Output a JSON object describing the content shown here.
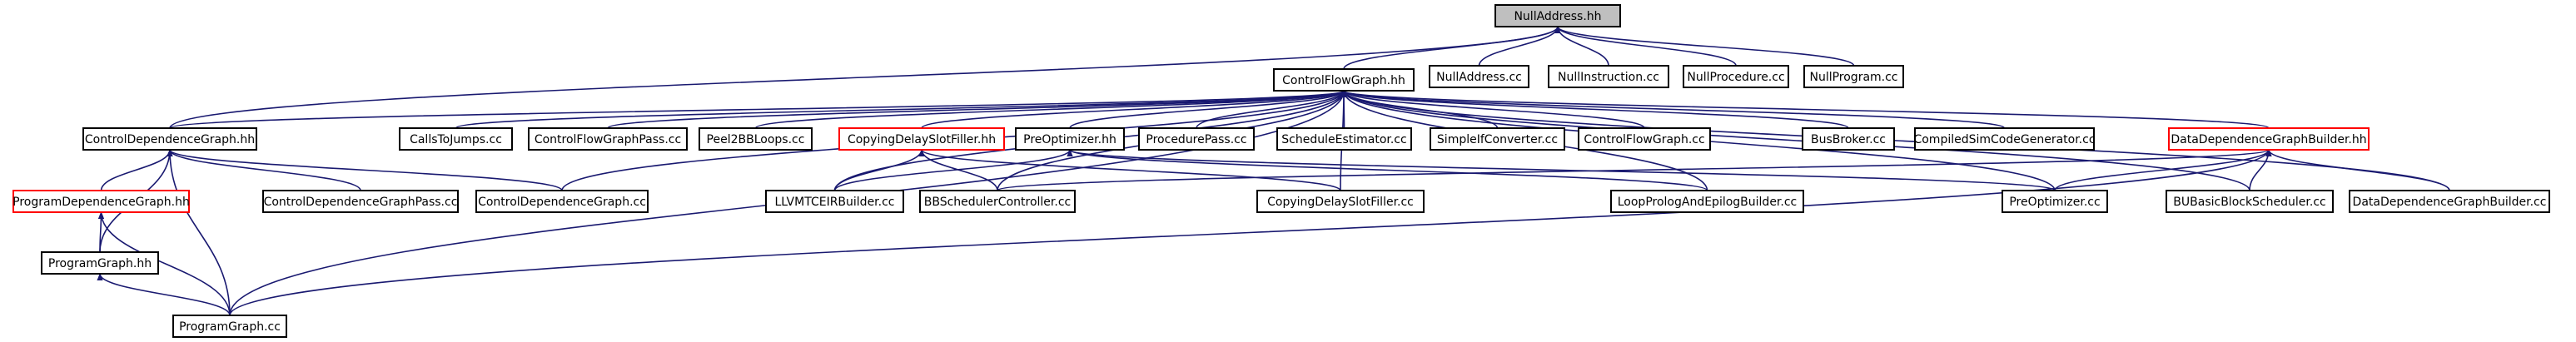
{
  "colors": {
    "edge": "#191970",
    "node_border": "#000000",
    "node_fill": "#ffffff",
    "highlight_fill": "#bfbfbf",
    "incomplete_border": "#ff0000"
  },
  "nodes": [
    {
      "id": "nulladdress_hh",
      "label": "NullAddress.hh",
      "style": "highlight"
    },
    {
      "id": "controlflowgraph_hh",
      "label": "ControlFlowGraph.hh",
      "style": "normal"
    },
    {
      "id": "nulladdress_cc",
      "label": "NullAddress.cc",
      "style": "normal"
    },
    {
      "id": "nullinstruction_cc",
      "label": "NullInstruction.cc",
      "style": "normal"
    },
    {
      "id": "nullprocedure_cc",
      "label": "NullProcedure.cc",
      "style": "normal"
    },
    {
      "id": "nullprogram_cc",
      "label": "NullProgram.cc",
      "style": "normal"
    },
    {
      "id": "controldependencegraph_hh",
      "label": "ControlDependenceGraph.hh",
      "style": "normal"
    },
    {
      "id": "callstojumps_cc",
      "label": "CallsToJumps.cc",
      "style": "normal"
    },
    {
      "id": "controlflowgraphpass_cc",
      "label": "ControlFlowGraphPass.cc",
      "style": "normal"
    },
    {
      "id": "peel2bbloops_cc",
      "label": "Peel2BBLoops.cc",
      "style": "normal"
    },
    {
      "id": "copyingdelayslotfiller_hh",
      "label": "CopyingDelaySlotFiller.hh",
      "style": "incomplete"
    },
    {
      "id": "preoptimizer_hh",
      "label": "PreOptimizer.hh",
      "style": "normal"
    },
    {
      "id": "procedurepass_cc",
      "label": "ProcedurePass.cc",
      "style": "normal"
    },
    {
      "id": "scheduleestimator_cc",
      "label": "ScheduleEstimator.cc",
      "style": "normal"
    },
    {
      "id": "simpleifconverter_cc",
      "label": "SimpleIfConverter.cc",
      "style": "normal"
    },
    {
      "id": "controlflowgraph_cc",
      "label": "ControlFlowGraph.cc",
      "style": "normal"
    },
    {
      "id": "busbroker_cc",
      "label": "BusBroker.cc",
      "style": "normal"
    },
    {
      "id": "compiledsimcodegenerator_cc",
      "label": "CompiledSimCodeGenerator.cc",
      "style": "normal"
    },
    {
      "id": "datadependencegraphbuilder_hh",
      "label": "DataDependenceGraphBuilder.hh",
      "style": "incomplete"
    },
    {
      "id": "programdependencegraph_hh",
      "label": "ProgramDependenceGraph.hh",
      "style": "incomplete"
    },
    {
      "id": "controldependencegraphpass_cc",
      "label": "ControlDependenceGraphPass.cc",
      "style": "normal"
    },
    {
      "id": "controldependencegraph_cc",
      "label": "ControlDependenceGraph.cc",
      "style": "normal"
    },
    {
      "id": "llvmtceirbuilder_cc",
      "label": "LLVMTCEIRBuilder.cc",
      "style": "normal"
    },
    {
      "id": "bbschedulercontroller_cc",
      "label": "BBSchedulerController.cc",
      "style": "normal"
    },
    {
      "id": "copyingdelayslotfiller_cc",
      "label": "CopyingDelaySlotFiller.cc",
      "style": "normal"
    },
    {
      "id": "loopprologandepilogbuilder_cc",
      "label": "LoopPrologAndEpilogBuilder.cc",
      "style": "normal"
    },
    {
      "id": "preoptimizer_cc",
      "label": "PreOptimizer.cc",
      "style": "normal"
    },
    {
      "id": "bubasicblockscheduler_cc",
      "label": "BUBasicBlockScheduler.cc",
      "style": "normal"
    },
    {
      "id": "datadependencegraphbuilder_cc",
      "label": "DataDependenceGraphBuilder.cc",
      "style": "normal"
    },
    {
      "id": "programgraph_hh",
      "label": "ProgramGraph.hh",
      "style": "normal"
    },
    {
      "id": "programgraph_cc",
      "label": "ProgramGraph.cc",
      "style": "normal"
    }
  ],
  "edges": [
    {
      "from": "controlflowgraph_hh",
      "to": "nulladdress_hh"
    },
    {
      "from": "nulladdress_cc",
      "to": "nulladdress_hh"
    },
    {
      "from": "nullinstruction_cc",
      "to": "nulladdress_hh"
    },
    {
      "from": "nullprocedure_cc",
      "to": "nulladdress_hh"
    },
    {
      "from": "nullprogram_cc",
      "to": "nulladdress_hh"
    },
    {
      "from": "controldependencegraph_hh",
      "to": "nulladdress_hh"
    },
    {
      "from": "controldependencegraph_hh",
      "to": "controlflowgraph_hh"
    },
    {
      "from": "callstojumps_cc",
      "to": "controlflowgraph_hh"
    },
    {
      "from": "controlflowgraphpass_cc",
      "to": "controlflowgraph_hh"
    },
    {
      "from": "peel2bbloops_cc",
      "to": "controlflowgraph_hh"
    },
    {
      "from": "copyingdelayslotfiller_hh",
      "to": "controlflowgraph_hh"
    },
    {
      "from": "preoptimizer_hh",
      "to": "controlflowgraph_hh"
    },
    {
      "from": "procedurepass_cc",
      "to": "controlflowgraph_hh"
    },
    {
      "from": "scheduleestimator_cc",
      "to": "controlflowgraph_hh"
    },
    {
      "from": "simpleifconverter_cc",
      "to": "controlflowgraph_hh"
    },
    {
      "from": "controlflowgraph_cc",
      "to": "controlflowgraph_hh"
    },
    {
      "from": "busbroker_cc",
      "to": "controlflowgraph_hh"
    },
    {
      "from": "compiledsimcodegenerator_cc",
      "to": "controlflowgraph_hh"
    },
    {
      "from": "datadependencegraphbuilder_hh",
      "to": "controlflowgraph_hh"
    },
    {
      "from": "controldependencegraph_cc",
      "to": "controlflowgraph_hh"
    },
    {
      "from": "llvmtceirbuilder_cc",
      "to": "controlflowgraph_hh"
    },
    {
      "from": "bbschedulercontroller_cc",
      "to": "controlflowgraph_hh"
    },
    {
      "from": "copyingdelayslotfiller_cc",
      "to": "controlflowgraph_hh"
    },
    {
      "from": "loopprologandepilogbuilder_cc",
      "to": "controlflowgraph_hh"
    },
    {
      "from": "preoptimizer_cc",
      "to": "controlflowgraph_hh"
    },
    {
      "from": "bubasicblockscheduler_cc",
      "to": "controlflowgraph_hh"
    },
    {
      "from": "datadependencegraphbuilder_cc",
      "to": "controlflowgraph_hh"
    },
    {
      "from": "programgraph_cc",
      "to": "controlflowgraph_hh"
    },
    {
      "from": "programdependencegraph_hh",
      "to": "controldependencegraph_hh"
    },
    {
      "from": "controldependencegraphpass_cc",
      "to": "controldependencegraph_hh"
    },
    {
      "from": "controldependencegraph_cc",
      "to": "controldependencegraph_hh"
    },
    {
      "from": "programgraph_hh",
      "to": "controldependencegraph_hh"
    },
    {
      "from": "programgraph_cc",
      "to": "controldependencegraph_hh"
    },
    {
      "from": "llvmtceirbuilder_cc",
      "to": "copyingdelayslotfiller_hh"
    },
    {
      "from": "bbschedulercontroller_cc",
      "to": "copyingdelayslotfiller_hh"
    },
    {
      "from": "copyingdelayslotfiller_cc",
      "to": "copyingdelayslotfiller_hh"
    },
    {
      "from": "llvmtceirbuilder_cc",
      "to": "preoptimizer_hh"
    },
    {
      "from": "preoptimizer_cc",
      "to": "preoptimizer_hh"
    },
    {
      "from": "loopprologandepilogbuilder_cc",
      "to": "preoptimizer_hh"
    },
    {
      "from": "bbschedulercontroller_cc",
      "to": "datadependencegraphbuilder_hh"
    },
    {
      "from": "preoptimizer_cc",
      "to": "datadependencegraphbuilder_hh"
    },
    {
      "from": "bubasicblockscheduler_cc",
      "to": "datadependencegraphbuilder_hh"
    },
    {
      "from": "datadependencegraphbuilder_cc",
      "to": "datadependencegraphbuilder_hh"
    },
    {
      "from": "programgraph_cc",
      "to": "datadependencegraphbuilder_hh"
    },
    {
      "from": "programgraph_hh",
      "to": "programdependencegraph_hh"
    },
    {
      "from": "programgraph_cc",
      "to": "programdependencegraph_hh"
    },
    {
      "from": "programgraph_cc",
      "to": "programgraph_hh"
    }
  ]
}
